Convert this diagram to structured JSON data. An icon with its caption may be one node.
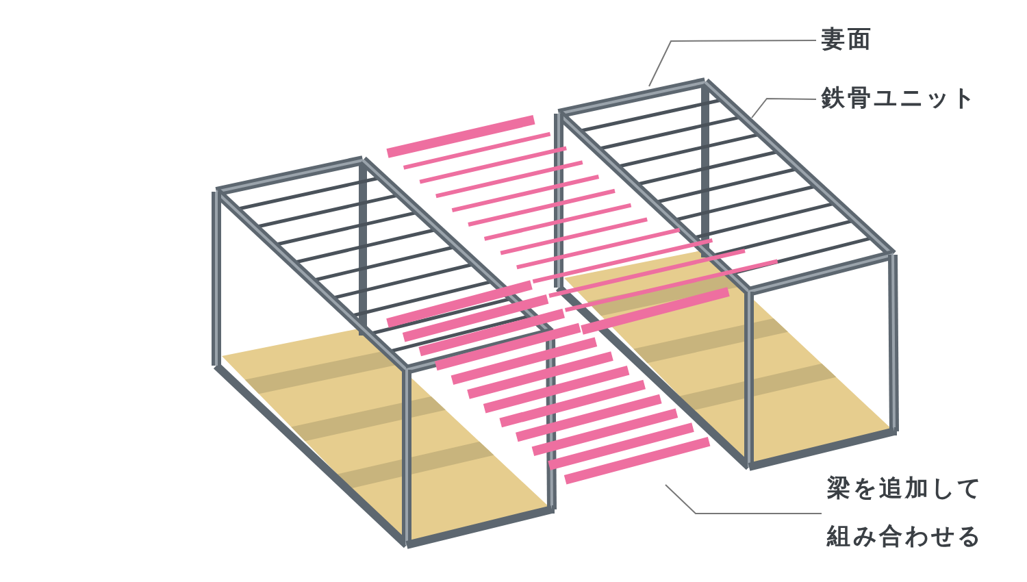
{
  "diagram": {
    "nodes": [
      {
        "text": [
          "妻面"
        ]
      },
      {
        "text": [
          "鉄骨ユニット"
        ]
      },
      {
        "text": [
          "梁を追加して組み合わせる"
        ]
      }
    ],
    "edges": [
      {
        "from": 0,
        "to": null,
        "arrow": "none"
      },
      {
        "from": 1,
        "to": null,
        "arrow": "none"
      },
      {
        "from": 2,
        "to": null,
        "arrow": "none"
      }
    ]
  }
}
